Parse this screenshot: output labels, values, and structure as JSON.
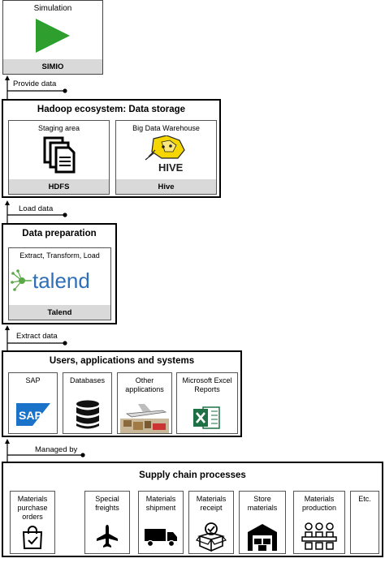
{
  "simulation": {
    "title": "Simulation",
    "footer": "SIMIO",
    "icon": "play-icon",
    "accent": "#2e9e2e"
  },
  "conn_provide": "Provide data",
  "hadoop": {
    "title": "Hadoop ecosystem: Data storage",
    "staging": {
      "caption": "Staging area",
      "footer": "HDFS",
      "icon": "documents-icon"
    },
    "bdw": {
      "caption": "Big Data Warehouse",
      "footer": "Hive",
      "icon": "hive-icon",
      "logo_text": "HIVE"
    }
  },
  "conn_load": "Load data",
  "prep": {
    "title": "Data preparation",
    "etl": {
      "caption": "Extract, Transform, Load",
      "footer": "Talend",
      "logo_text": "talend",
      "accent": "#2e6fb7"
    }
  },
  "conn_extract": "Extract data",
  "users": {
    "title": "Users, applications and systems",
    "items": [
      {
        "caption": "SAP",
        "icon": "sap-logo",
        "logo_text": "SAP"
      },
      {
        "caption": "Databases",
        "icon": "database-icon"
      },
      {
        "caption": "Other applications",
        "icon": "logistics-icon"
      },
      {
        "caption": "Microsoft Excel Reports",
        "icon": "excel-icon"
      }
    ]
  },
  "conn_managed": "Managed by",
  "supply": {
    "title": "Supply chain processes",
    "items": [
      {
        "caption": "Materials purchase orders",
        "icon": "shopping-bag-icon"
      },
      {
        "caption": "Special freights",
        "icon": "airplane-icon"
      },
      {
        "caption": "Materials shipment",
        "icon": "truck-icon"
      },
      {
        "caption": "Materials receipt",
        "icon": "package-check-icon"
      },
      {
        "caption": "Store materials",
        "icon": "warehouse-icon"
      },
      {
        "caption": "Materials production",
        "icon": "factory-icon"
      },
      {
        "caption": "Etc.",
        "icon": ""
      }
    ]
  }
}
